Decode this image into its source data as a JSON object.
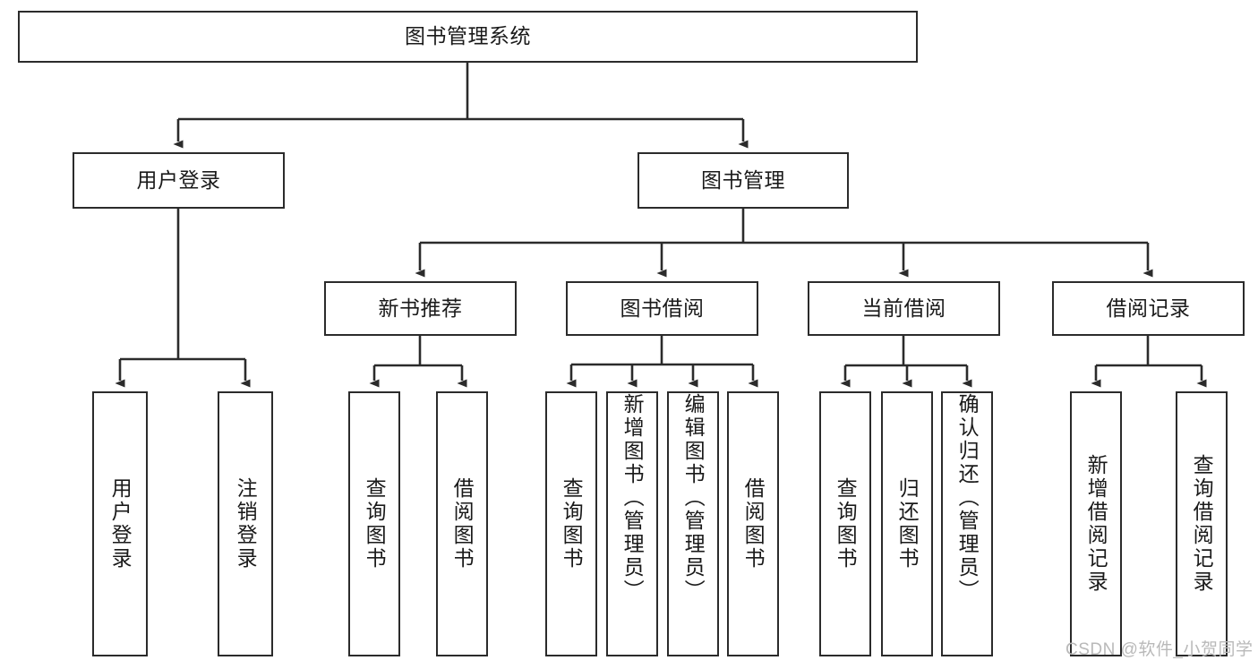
{
  "diagram": {
    "type": "tree-hierarchy-chart",
    "title": "图书管理系统",
    "line_color": "#2b2b2b",
    "box_fill": "#ffffff",
    "text_color": "#1a1a1a",
    "nodes": {
      "root": {
        "label": "图书管理系统"
      },
      "level2": [
        {
          "id": "user-login",
          "label": "用户登录"
        },
        {
          "id": "book-management",
          "label": "图书管理"
        }
      ],
      "level3": [
        {
          "id": "new-book-recommend",
          "label": "新书推荐"
        },
        {
          "id": "book-borrow",
          "label": "图书借阅"
        },
        {
          "id": "current-borrow",
          "label": "当前借阅"
        },
        {
          "id": "borrow-record",
          "label": "借阅记录"
        }
      ],
      "leaves": {
        "user_login": [
          {
            "id": "leaf-user-login",
            "label": "用户登录"
          },
          {
            "id": "leaf-logout-login",
            "label": "注销登录"
          }
        ],
        "new_book_recommend": [
          {
            "id": "leaf-query-book-1",
            "label": "查询图书"
          },
          {
            "id": "leaf-borrow-book-1",
            "label": "借阅图书"
          }
        ],
        "book_borrow": [
          {
            "id": "leaf-query-book-2",
            "label": "查询图书"
          },
          {
            "id": "leaf-add-book",
            "label": "新增图书（管理员）"
          },
          {
            "id": "leaf-edit-book",
            "label": "编辑图书（管理员）"
          },
          {
            "id": "leaf-borrow-book-2",
            "label": "借阅图书"
          }
        ],
        "current_borrow": [
          {
            "id": "leaf-query-book-3",
            "label": "查询图书"
          },
          {
            "id": "leaf-return-book",
            "label": "归还图书"
          },
          {
            "id": "leaf-confirm-return",
            "label": "确认归还（管理员）"
          }
        ],
        "borrow_record": [
          {
            "id": "leaf-add-record",
            "label": "新增借阅记录"
          },
          {
            "id": "leaf-query-record",
            "label": "查询借阅记录"
          }
        ]
      }
    }
  },
  "watermark": {
    "text": "CSDN @软件_小贺同学"
  }
}
